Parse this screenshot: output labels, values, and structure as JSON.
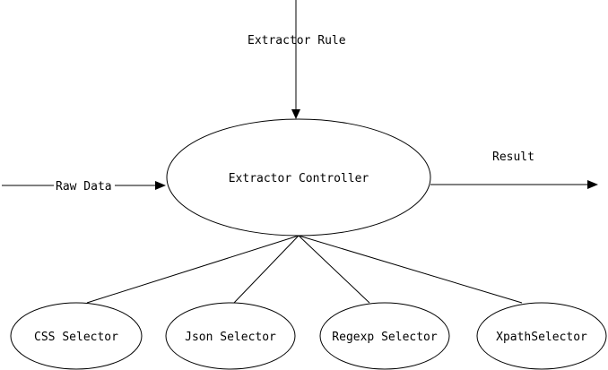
{
  "diagram": {
    "edge_labels": {
      "extractor_rule": "Extractor Rule",
      "raw_data": "Raw Data",
      "result": "Result"
    },
    "controller": {
      "label": "Extractor Controller"
    },
    "selectors": [
      {
        "label": "CSS Selector"
      },
      {
        "label": "Json Selector"
      },
      {
        "label": "Regexp Selector"
      },
      {
        "label": "XpathSelector"
      }
    ]
  },
  "colors": {
    "stroke": "#000000",
    "background": "#ffffff"
  }
}
